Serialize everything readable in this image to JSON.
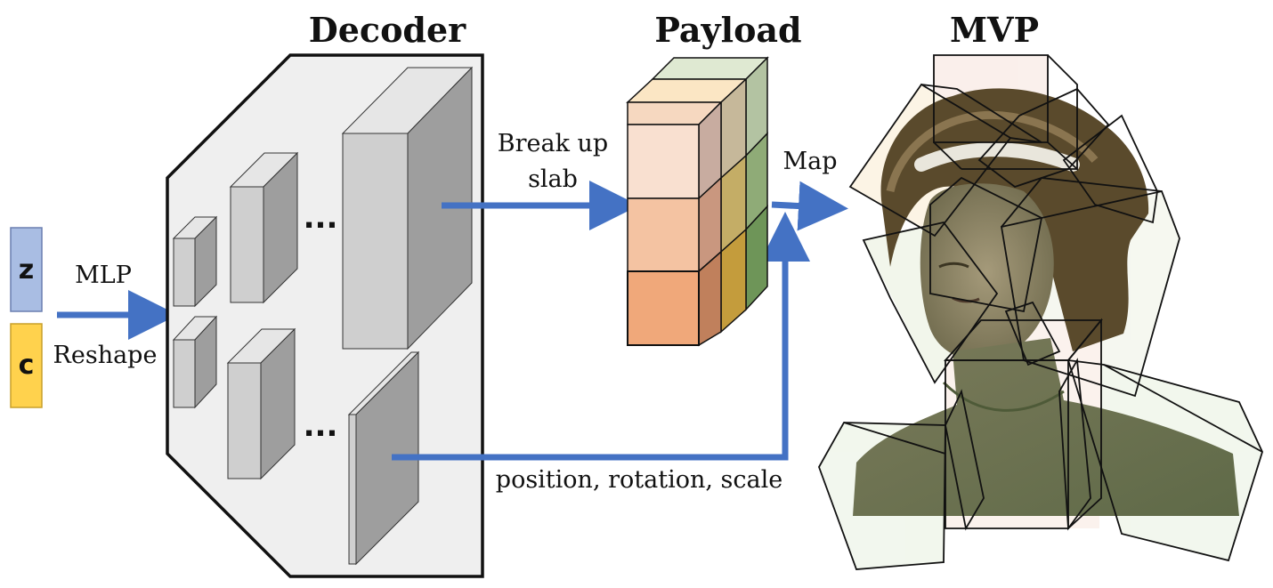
{
  "titles": {
    "decoder": "Decoder",
    "payload": "Payload",
    "mvp": "MVP"
  },
  "inputs": {
    "z": "z",
    "c": "c"
  },
  "labels": {
    "mlp": "MLP",
    "reshape": "Reshape",
    "break_up_line1": "Break up",
    "break_up_line2": "slab",
    "map": "Map",
    "transform": "position, rotation, scale",
    "dots": "..."
  },
  "colors": {
    "arrow": "#4472C4",
    "z_fill": "#A9BDE3",
    "c_fill": "#FFD24D",
    "decoder_bg": "#EFEFEF"
  }
}
